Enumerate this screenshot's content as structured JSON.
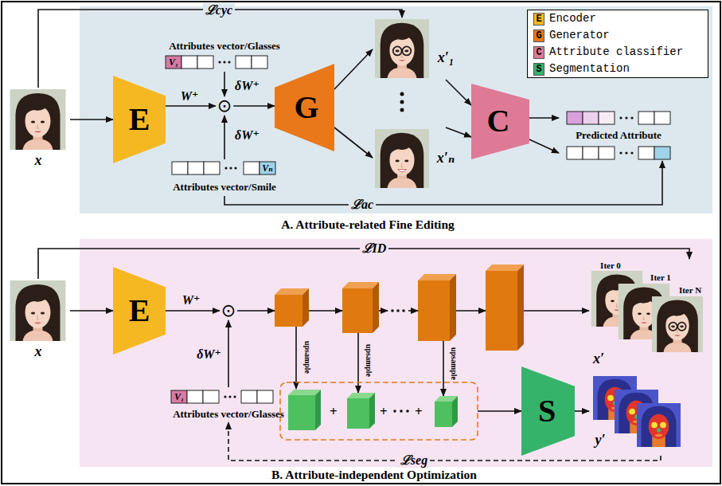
{
  "diagram": {
    "nodes": [
      {
        "text": [
          "A. Attribute-related Fine Editing"
        ]
      },
      {
        "text": [
          "x"
        ]
      },
      {
        "text": [
          "E"
        ],
        "in": 0
      },
      {
        "text": [
          "⊙"
        ],
        "in": 0
      },
      {
        "text": [
          "Attributes vector/Glasses",
          "V₁"
        ],
        "in": 0
      },
      {
        "text": [
          "Vₙ",
          "Attributes vector/Smile"
        ],
        "in": 0
      },
      {
        "text": [
          "G"
        ],
        "in": 0
      },
      {
        "text": [
          "x′₁"
        ],
        "in": 0
      },
      {
        "text": [
          "x′ₙ"
        ],
        "in": 0
      },
      {
        "text": [
          "C"
        ],
        "in": 0
      },
      {
        "text": [
          "Predicted Attribute"
        ],
        "in": 0
      },
      {
        "text": [
          "B. Attribute-independent Optimization"
        ]
      },
      {
        "text": [
          "x"
        ]
      },
      {
        "text": [
          "E"
        ],
        "in": 11
      },
      {
        "text": [
          "⊙"
        ],
        "in": 11
      },
      {
        "text": [
          "V₁",
          "Attributes vector/Glasses"
        ],
        "in": 11
      },
      {
        "text": [
          "S"
        ],
        "in": 11
      },
      {
        "text": [
          "Iter 0",
          "Iter 1",
          "Iter N",
          "x′"
        ],
        "in": 11
      },
      {
        "text": [
          "y′"
        ],
        "in": 11
      }
    ],
    "edges": [
      {
        "from": 1,
        "to": 2,
        "arrow": "to"
      },
      {
        "from": 2,
        "to": 3,
        "arrow": "to",
        "label": "W⁺"
      },
      {
        "from": 4,
        "to": 3,
        "arrow": "to",
        "label": "δW⁺"
      },
      {
        "from": 5,
        "to": 3,
        "arrow": "to",
        "label": "δW⁺"
      },
      {
        "from": 3,
        "to": 6,
        "arrow": "to"
      },
      {
        "from": 6,
        "to": 7,
        "arrow": "to"
      },
      {
        "from": 6,
        "to": 8,
        "arrow": "to"
      },
      {
        "from": 7,
        "to": 9,
        "arrow": "to"
      },
      {
        "from": 8,
        "to": 9,
        "arrow": "to"
      },
      {
        "from": 9,
        "to": 10,
        "arrow": "to"
      },
      {
        "from": 9,
        "to": 10,
        "arrow": "to"
      },
      {
        "from": 1,
        "to": 7,
        "arrow": "to",
        "label": "ℒcyc"
      },
      {
        "from": 5,
        "to": 10,
        "arrow": "to",
        "label": "ℒac"
      },
      {
        "from": 12,
        "to": 13,
        "arrow": "to"
      },
      {
        "from": 13,
        "to": 14,
        "arrow": "to",
        "label": "W⁺"
      },
      {
        "from": 15,
        "to": 14,
        "arrow": "to",
        "label": "δW⁺"
      },
      {
        "from": 16,
        "to": 18,
        "arrow": "to"
      },
      {
        "from": 12,
        "to": 17,
        "arrow": "to",
        "label": "ℒID"
      },
      {
        "from": 18,
        "to": 15,
        "arrow": "to",
        "label": "ℒseg"
      }
    ],
    "labels": [
      "E",
      "G",
      "C",
      "S",
      "upsample",
      "upsample",
      "upsample",
      "+",
      "+",
      "+"
    ],
    "legend": [
      {
        "text": "Encoder",
        "color": "#F5B823"
      },
      {
        "text": "Generator",
        "color": "#E8781A"
      },
      {
        "text": "Attribute classifier",
        "color": "#DE7A96"
      },
      {
        "text": "Segmentation",
        "color": "#35B36A"
      }
    ]
  }
}
